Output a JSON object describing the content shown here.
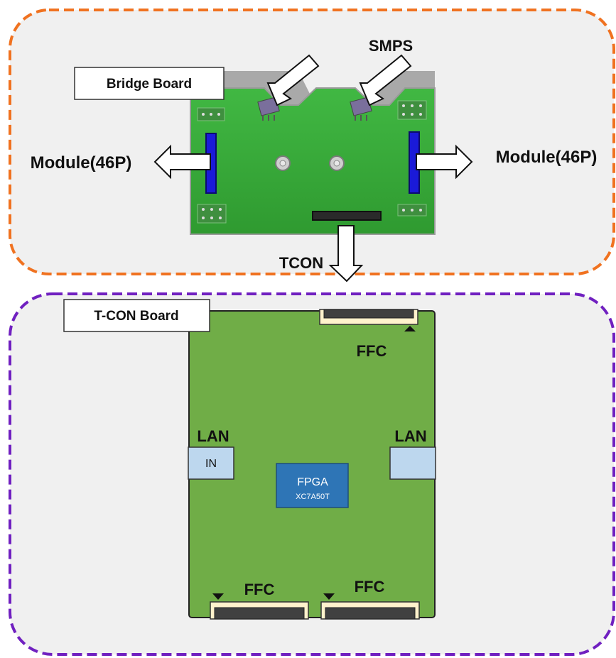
{
  "bridge_section": {
    "title": "Bridge Board",
    "smps_label": "SMPS",
    "module_left_label": "Module(46P)",
    "module_right_label": "Module(46P)",
    "tcon_label": "TCON",
    "colors": {
      "border": "#f07220",
      "pcb": "#3aab3a",
      "connector": "#1a1ad8"
    }
  },
  "tcon_section": {
    "title": "T-CON Board",
    "ffc_top_label": "FFC",
    "ffc_bottom_left_label": "FFC",
    "ffc_bottom_right_label": "FFC",
    "lan_left_label": "LAN",
    "lan_left_port_text": "IN",
    "lan_right_label": "LAN",
    "fpga_label": "FPGA",
    "fpga_part": "XC7A50T",
    "colors": {
      "border": "#7020c0",
      "pcb": "#70ad47",
      "fpga": "#2e75b6",
      "lan": "#bdd7ee",
      "ffc": "#fff2cc"
    }
  }
}
